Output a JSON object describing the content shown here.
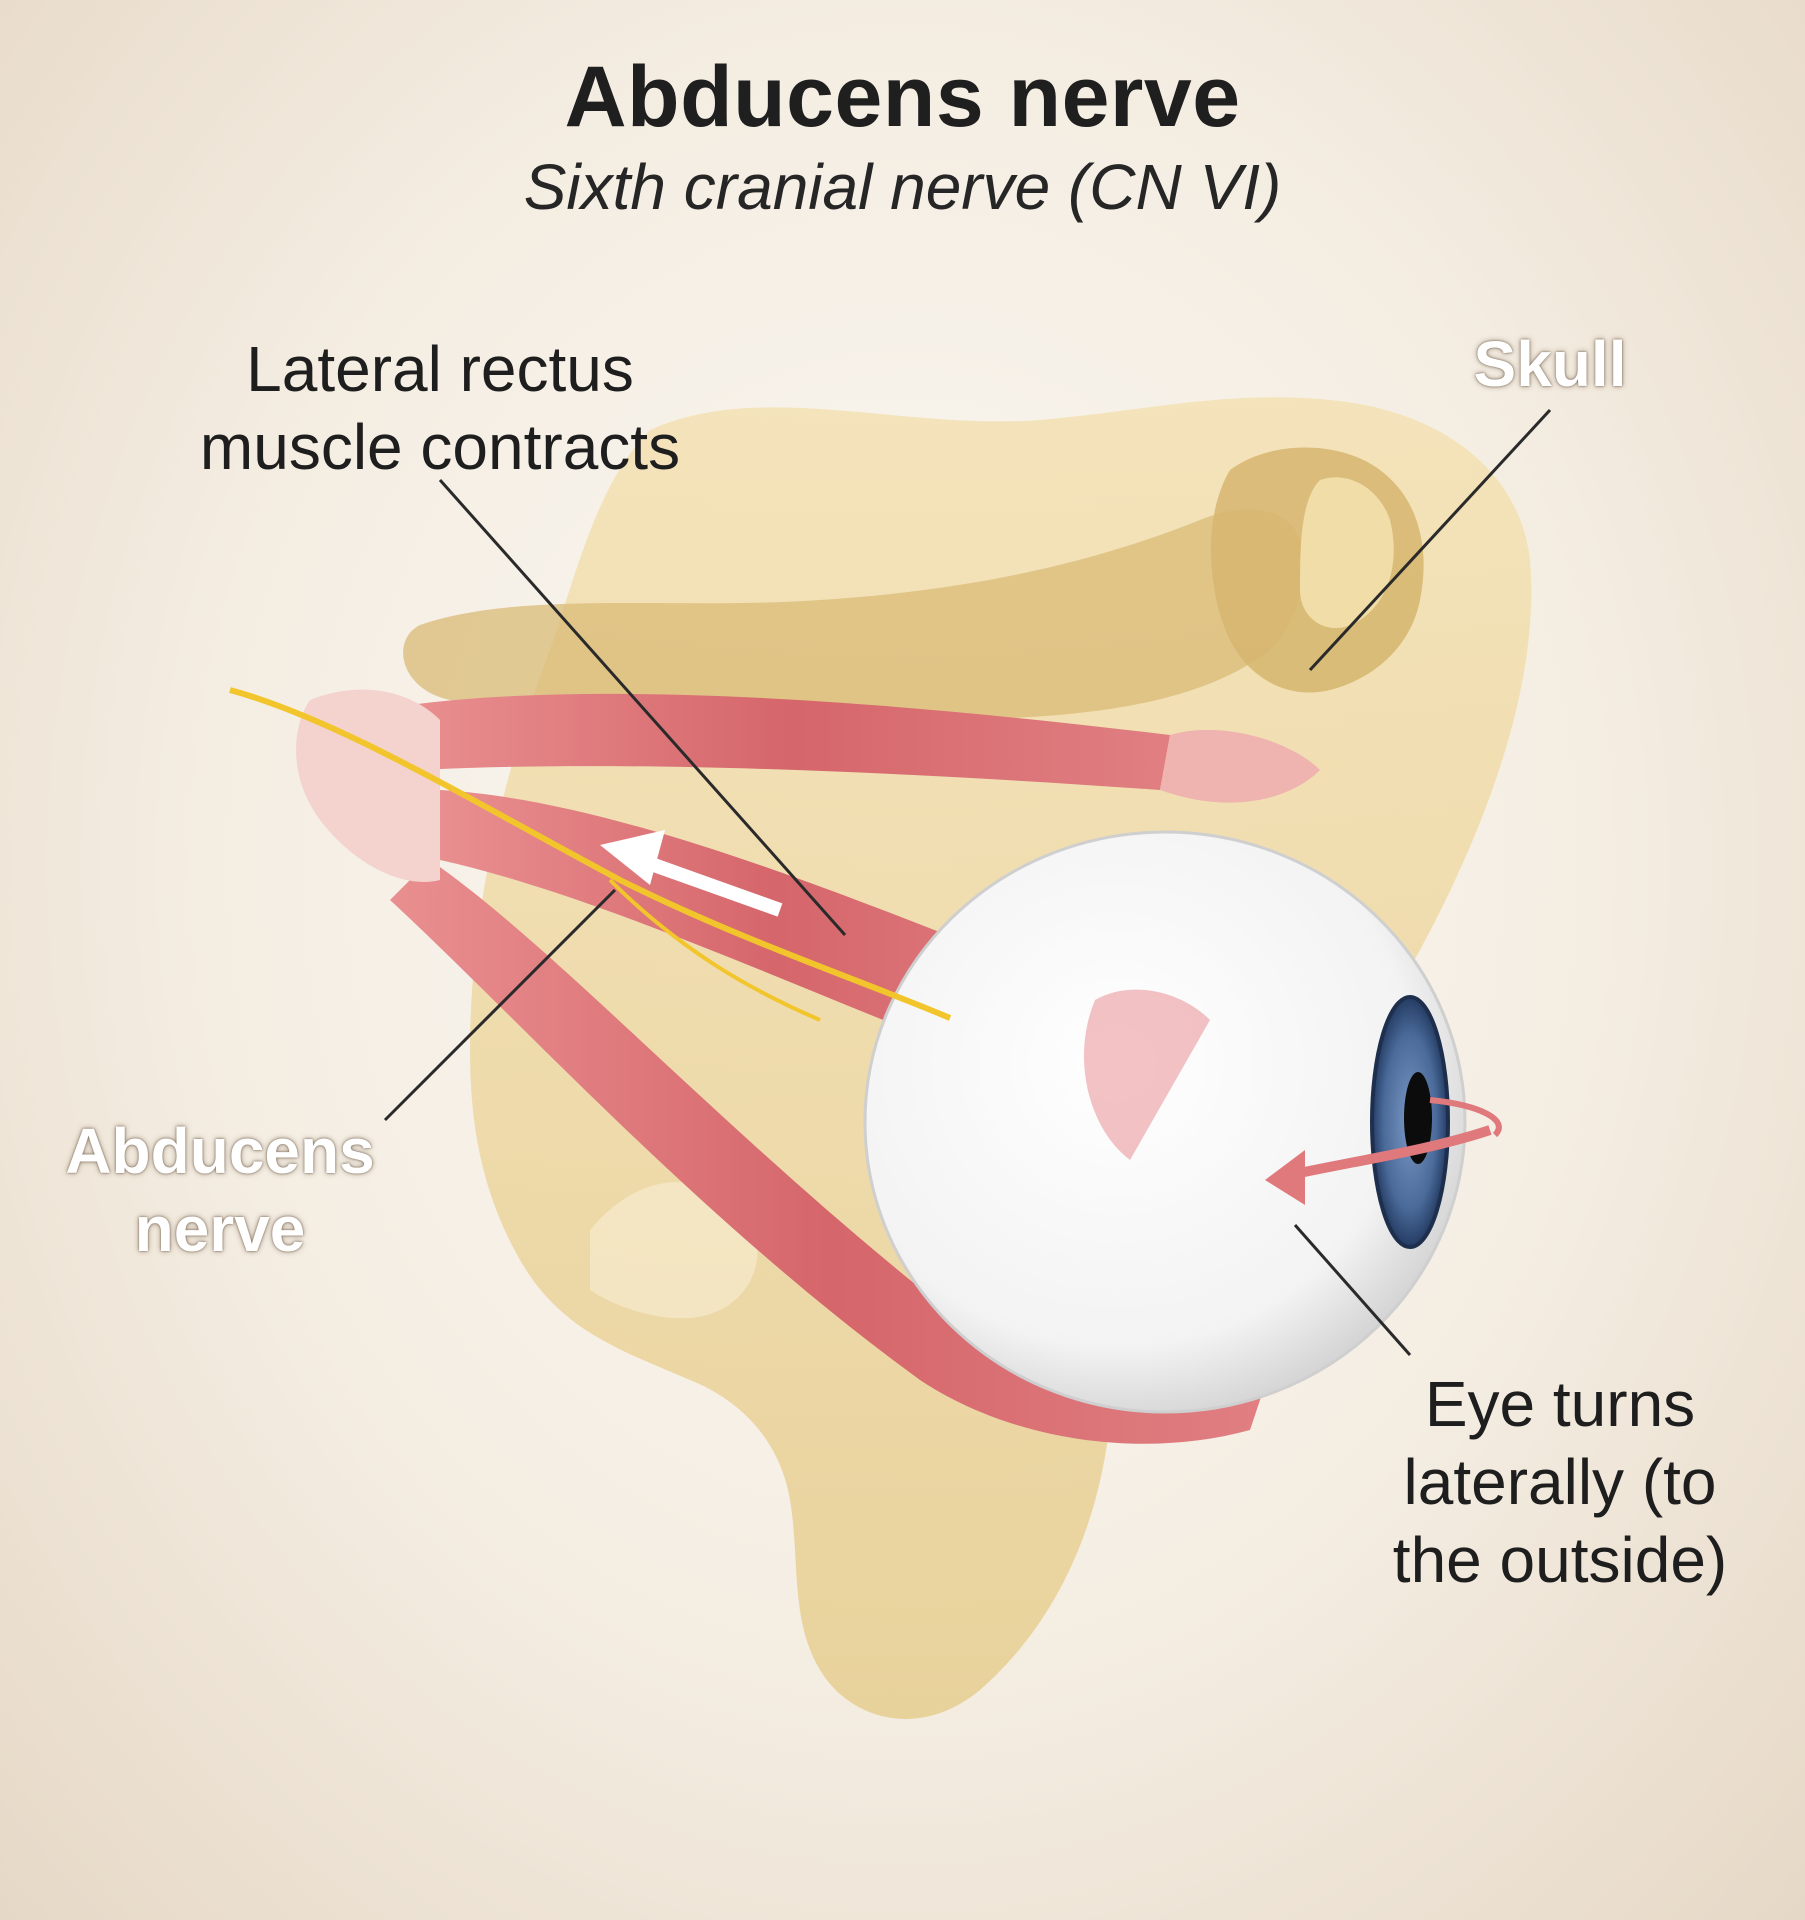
{
  "title": "Abducens nerve",
  "subtitle": "Sixth cranial nerve (CN VI)",
  "labels": {
    "lateral_rectus": [
      "Lateral rectus",
      "muscle contracts"
    ],
    "skull": "Skull",
    "abducens_nerve": [
      "Abducens",
      "nerve"
    ],
    "eye_turns": [
      "Eye turns",
      "laterally (to",
      "the outside)"
    ]
  },
  "colors": {
    "bone": "#ecd6a0",
    "bone_light": "#f5e6bf",
    "bone_shadow": "#d7b97a",
    "muscle": "#d9676c",
    "muscle_light": "#ec9b9a",
    "tendon": "#f1c1bd",
    "nerve": "#f1c52b",
    "iris": "#4f6f9d",
    "sclera": "#ffffff",
    "leader_line": "#2a2a2a"
  }
}
